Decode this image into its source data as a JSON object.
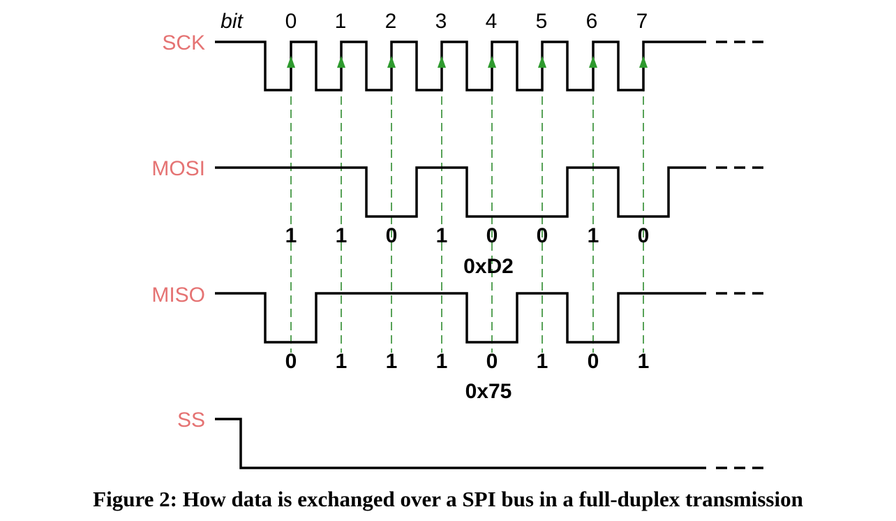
{
  "bit_axis": {
    "label": "bit",
    "indices": [
      "0",
      "1",
      "2",
      "3",
      "4",
      "5",
      "6",
      "7"
    ]
  },
  "signals": {
    "sck": {
      "label": "SCK"
    },
    "mosi": {
      "label": "MOSI",
      "bits": [
        "1",
        "1",
        "0",
        "1",
        "0",
        "0",
        "1",
        "0"
      ],
      "hex": "0xD2"
    },
    "miso": {
      "label": "MISO",
      "bits": [
        "0",
        "1",
        "1",
        "1",
        "0",
        "1",
        "0",
        "1"
      ],
      "hex": "0x75"
    },
    "ss": {
      "label": "SS"
    }
  },
  "colors": {
    "signal_label": "#e57373",
    "waveform": "#000000",
    "sample_line": "#2e8b2e",
    "edge_arrow": "#2e9a2e"
  },
  "caption": "Figure 2: How data is exchanged over a SPI bus in a full-duplex transmission"
}
